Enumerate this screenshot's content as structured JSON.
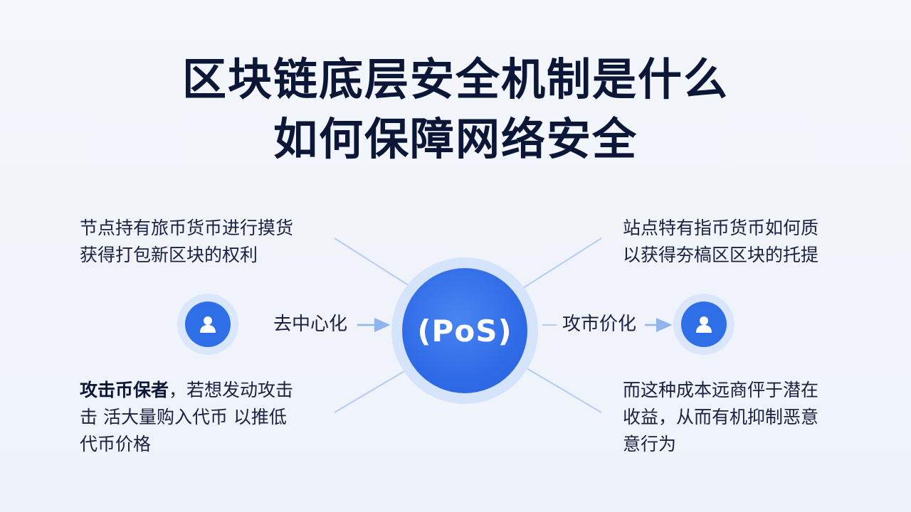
{
  "title": {
    "line1": "区块链底层安全机制是什么",
    "line2": "如何保障网络安全"
  },
  "hub": {
    "label": "(PoS)"
  },
  "left_flow": {
    "label": "去中心化"
  },
  "right_flow": {
    "label": "攻市价化"
  },
  "top_left": {
    "lines": [
      "节点持有旅币货币进行摸货",
      "获得打包新区块的权利"
    ]
  },
  "top_right": {
    "lines": [
      "站点特有指币货币如何质",
      "以获得夯槁区区块的托提"
    ]
  },
  "bottom_left": {
    "bold": "攻击币保者",
    "rest": "，若想发动攻击",
    "lines": [
      "击  活大量购入代币  以推低",
      "代币价格"
    ]
  },
  "bottom_right": {
    "lines": [
      "而这种成本远商伻于潜在",
      "收益，从而有机抑制恶意",
      "意行为"
    ]
  },
  "icons": {
    "avatar_left": "user-icon",
    "avatar_right": "user-icon"
  },
  "colors": {
    "accent": "#2f6be6",
    "title": "#0c1636",
    "connector": "#a9c6f2"
  }
}
